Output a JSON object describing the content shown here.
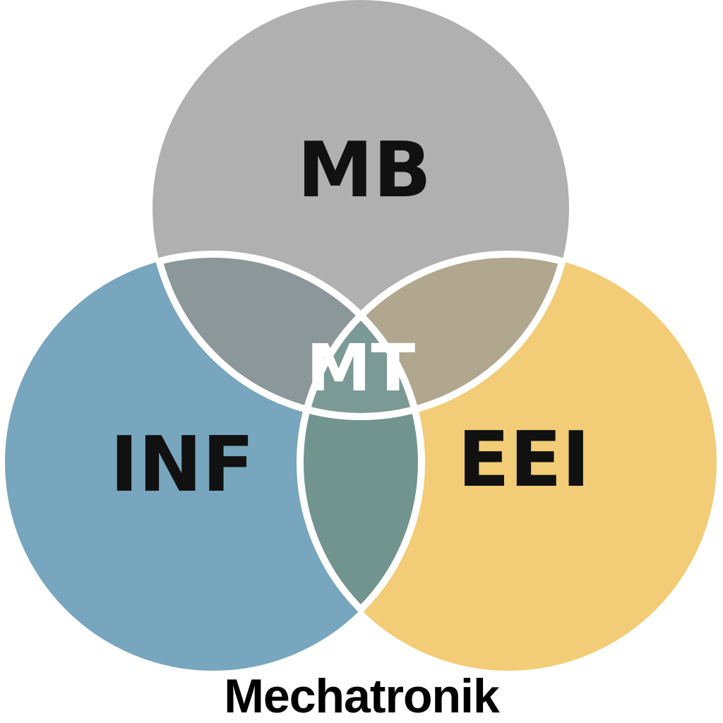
{
  "diagram": {
    "top_circle": {
      "label": "MB",
      "color": "#b0b0b0"
    },
    "left_circle": {
      "label": "INF",
      "color": "#77a6be"
    },
    "right_circle": {
      "label": "EEI",
      "color": "#f2cc76"
    },
    "center": {
      "label": "MT",
      "text_color": "#ffffff"
    },
    "overlap_colors": {
      "top_left": "#8b9799",
      "top_right": "#b1a78e",
      "left_right": "#71948f",
      "center": "#7b9a96"
    },
    "outline_color": "#ffffff",
    "caption": "Mechatronik"
  }
}
